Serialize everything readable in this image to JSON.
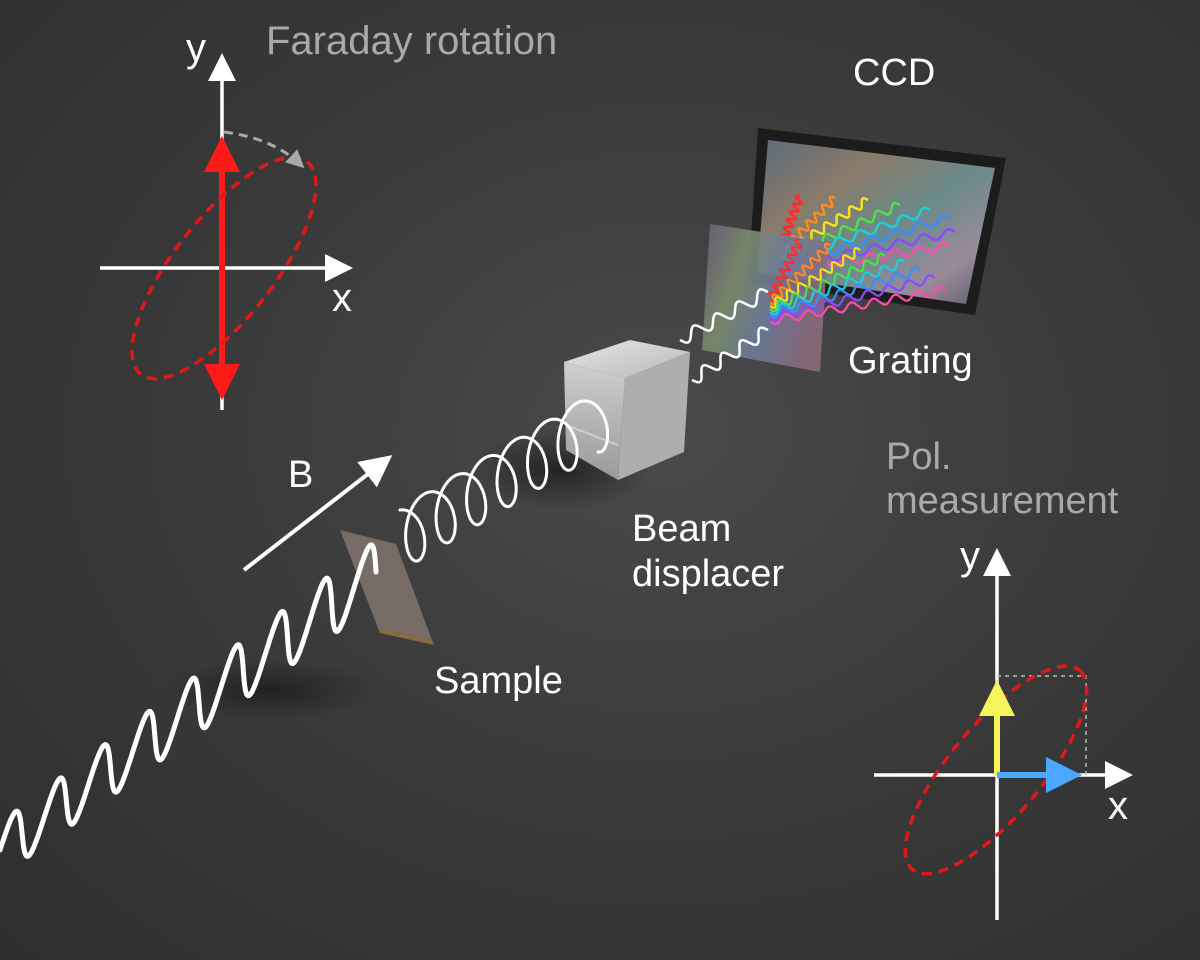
{
  "labels": {
    "faraday": "Faraday rotation",
    "ccd": "CCD",
    "grating": "Grating",
    "pol_line1": "Pol.",
    "pol_line2": "measurement",
    "beam_line1": "Beam",
    "beam_line2": "displacer",
    "sample": "Sample",
    "field": "B"
  },
  "axes": {
    "left": {
      "x": "x",
      "y": "y"
    },
    "right": {
      "x": "x",
      "y": "y"
    }
  },
  "colors": {
    "background": "#3a3a3a",
    "polarization": "#ff1a1a",
    "ellipse": "#e01818",
    "y_component": "#f5f55a",
    "x_component": "#4aa8ff",
    "rotation_hint": "#a9a9a9",
    "beam": "#ffffff"
  },
  "spectrum_colors": [
    "#ff2a2a",
    "#ff8a1a",
    "#f5e01a",
    "#4ee04a",
    "#1ad0d8",
    "#3a8cff",
    "#8a4aff",
    "#ff4ab0"
  ]
}
